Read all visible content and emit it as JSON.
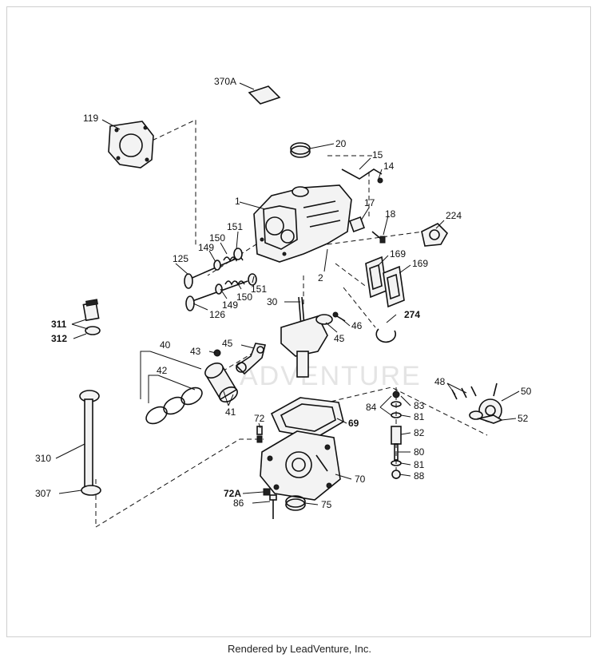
{
  "watermark": "ADVENTURE",
  "footer": "Rendered by LeadVenture, Inc.",
  "parts": {
    "p370A": "370A",
    "p119": "119",
    "p20": "20",
    "p15": "15",
    "p14": "14",
    "p1": "1",
    "p17": "17",
    "p18": "18",
    "p224": "224",
    "p151a": "151",
    "p150a": "150",
    "p149a": "149",
    "p125": "125",
    "p169a": "169",
    "p169b": "169",
    "p2": "2",
    "p151b": "151",
    "p150b": "150",
    "p149b": "149",
    "p126": "126",
    "p30": "30",
    "p274": "274",
    "p311": "311",
    "p312": "312",
    "p46": "46",
    "p45a": "45",
    "p45b": "45",
    "p40": "40",
    "p43": "43",
    "p42": "42",
    "p41": "41",
    "p48": "48",
    "p50": "50",
    "p84": "84",
    "p83": "83",
    "p81a": "81",
    "p52": "52",
    "p72": "72",
    "p69": "69",
    "p82": "82",
    "p310": "310",
    "p80": "80",
    "p81b": "81",
    "p88": "88",
    "p70": "70",
    "p307": "307",
    "p72A": "72A",
    "p86": "86",
    "p75": "75"
  }
}
